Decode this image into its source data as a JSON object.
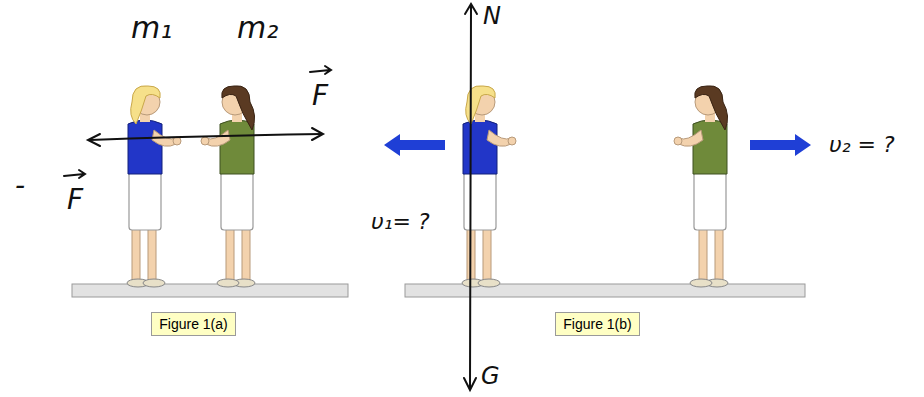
{
  "diagram": {
    "nodes": [
      {
        "text": [
          "Figure 1(a)"
        ]
      },
      {
        "text": [
          "Figure 1(b)"
        ]
      }
    ],
    "labels": [
      "m₁",
      "m₂",
      "F",
      "-",
      "F",
      "N",
      "G",
      "υ₁= ?",
      "υ₂ = ?"
    ]
  }
}
